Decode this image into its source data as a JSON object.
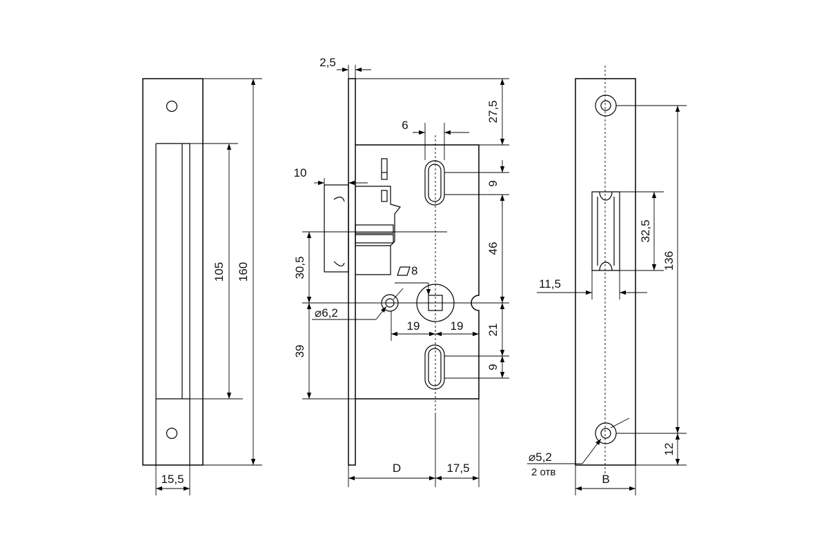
{
  "strike_plate": {
    "length_total": "160",
    "length_inner": "105",
    "width": "15,5"
  },
  "lock_body": {
    "faceplate_thickness": "2,5",
    "top_to_slot": "27,5",
    "slot_width": "6",
    "slot_height_upper": "9",
    "latch_projection": "10",
    "slot_to_spindle": "46",
    "bolt_offset": "30,5",
    "spindle_square": "8",
    "mount_hole_diameter": "6,2",
    "spindle_spacing_left": "19",
    "spindle_spacing_right": "19",
    "spindle_to_slot": "21",
    "slot_height_lower": "9",
    "bottom_offset": "39",
    "backset": "D",
    "spindle_to_back": "17,5"
  },
  "faceplate": {
    "cutout_height": "32,5",
    "cutout_offset": "11,5",
    "hole_spacing": "136",
    "hole_diameter": "5,2",
    "hole_count": "2 отв",
    "bottom_offset": "12",
    "width": "B"
  },
  "symbols": {
    "diameter": "⌀",
    "square": "□"
  }
}
